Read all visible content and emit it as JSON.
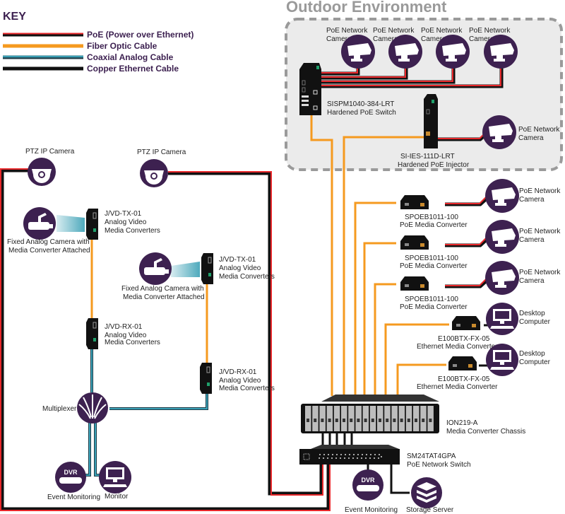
{
  "key": {
    "title": "KEY",
    "items": [
      {
        "label": "PoE (Power over Ethernet)",
        "type": "poe",
        "color": "#e8282b"
      },
      {
        "label": "Fiber Optic Cable",
        "type": "fiber",
        "color": "#f59a1f"
      },
      {
        "label": "Coaxial Analog Cable",
        "type": "coax",
        "color": "#3aa0b5"
      },
      {
        "label": "Copper Ethernet Cable",
        "type": "copper",
        "color": "#111111"
      }
    ]
  },
  "outdoor": {
    "title": "Outdoor Environment",
    "cameras": [
      {
        "l1": "PoE Network",
        "l2": "Camera"
      },
      {
        "l1": "PoE Network",
        "l2": "Camera"
      },
      {
        "l1": "PoE Network",
        "l2": "Camera"
      },
      {
        "l1": "PoE Network",
        "l2": "Camera"
      }
    ],
    "switch": {
      "model": "SISPM1040-384-LRT",
      "desc": "Hardened PoE Switch"
    },
    "injector": {
      "model": "SI-IES-111D-LRT",
      "desc": "Hardened PoE Injector"
    },
    "injector_camera": {
      "l1": "PoE Network",
      "l2": "Camera"
    }
  },
  "left": {
    "ptz1": "PTZ IP Camera",
    "ptz2": "PTZ IP Camera",
    "analog1": {
      "l1": "Fixed Analog Camera with",
      "l2": "Media Converter Attached"
    },
    "analog2": {
      "l1": "Fixed Analog Camera with",
      "l2": "Media Converter Attached"
    },
    "tx1": {
      "model": "J/VD-TX-01",
      "l2": "Analog Video",
      "l3": "Media Converters"
    },
    "tx2": {
      "model": "J/VD-TX-01",
      "l2": "Analog Video",
      "l3": "Media Converters"
    },
    "rx1": {
      "model": "J/VD-RX-01",
      "l2": "Analog Video",
      "l3": "Media Converters"
    },
    "rx2": {
      "model": "J/VD-RX-01",
      "l2": "Analog Video",
      "l3": "Media Converters"
    },
    "multiplexer": "Multiplexer",
    "dvr": {
      "badge": "DVR",
      "label": "Event Monitoring"
    },
    "monitor": "Monitor"
  },
  "right": {
    "converters": [
      {
        "model": "SPOEB1011-100",
        "desc": "PoE Media Converter",
        "end_l1": "PoE Network",
        "end_l2": "Camera"
      },
      {
        "model": "SPOEB1011-100",
        "desc": "PoE Media Converter",
        "end_l1": "PoE Network",
        "end_l2": "Camera"
      },
      {
        "model": "SPOEB1011-100",
        "desc": "PoE Media Converter",
        "end_l1": "PoE Network",
        "end_l2": "Camera"
      },
      {
        "model": "E100BTX-FX-05",
        "desc": "Ethernet Media Converter",
        "end_l1": "Desktop",
        "end_l2": "Computer"
      },
      {
        "model": "E100BTX-FX-05",
        "desc": "Ethernet Media Converter",
        "end_l1": "Desktop",
        "end_l2": "Computer"
      }
    ],
    "chassis": {
      "model": "ION219-A",
      "desc": "Media Converter Chassis"
    },
    "switch": {
      "model": "SM24TAT4GPA",
      "desc": "PoE Network Switch"
    },
    "dvr": {
      "badge": "DVR",
      "label": "Event Monitoring"
    },
    "storage": "Storage Server"
  }
}
